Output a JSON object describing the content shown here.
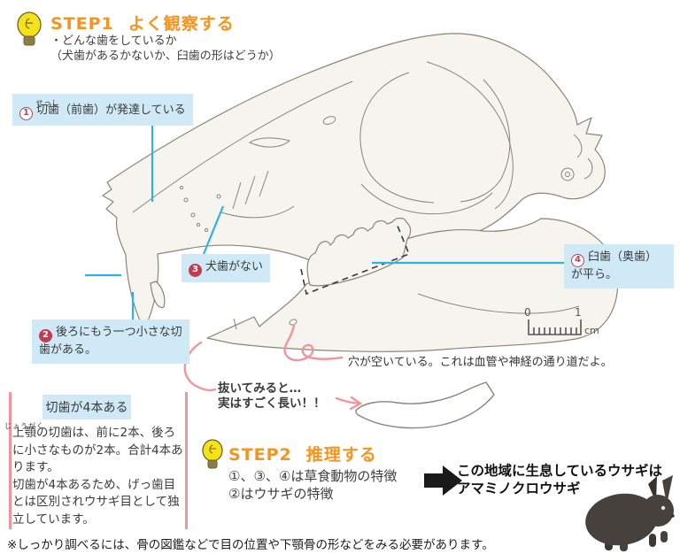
{
  "step1": {
    "label": "STEP1",
    "title": "よく観察する",
    "line1": "・どんな歯をしているか",
    "line2": "（犬歯があるかないか、臼歯の形はどうか）"
  },
  "callout1": {
    "number": "1",
    "ruby_base": "切歯",
    "ruby_text": "せっし",
    "rest": "（前歯）が発達している"
  },
  "callout2": {
    "number": "2",
    "text": "後ろにもう一つ小さな切歯がある。"
  },
  "callout3": {
    "number": "3",
    "text": "犬歯がない"
  },
  "callout4": {
    "number": "4",
    "text": "臼歯（奥歯）が平ら。"
  },
  "scale_bar": {
    "zero": "0",
    "one": "1",
    "unit": "cm"
  },
  "hole_note": "穴が空いている。これは血管や神経の通り道だよ。",
  "tooth_note": {
    "line1": "抜いてみると…",
    "line2": "実はすごく長い！！"
  },
  "incisor_box": {
    "title": "切歯が4本ある",
    "ruby_base": "上顎",
    "ruby_text": "じょうがく",
    "para1_rest": "の切歯は、前に2本、後ろに小さなものが2本。合計4本あります。",
    "para2": "切歯が4本あるため、げっ歯目とは区別されウサギ目として独立しています。"
  },
  "step2": {
    "label": "STEP2",
    "title": "推理する",
    "line1": "①、③、④は草食動物の特徴",
    "line2": "②はウサギの特徴"
  },
  "conclusion": {
    "line1": "この地域に生息しているウサギは",
    "line2": "アマミノクロウサギ"
  },
  "footnote": "※しっかり調べるには、骨の図鑑などで目の位置や下顎骨の形などをみる必要があります。",
  "icons": {
    "lightbulb": "lightbulb-icon",
    "black_arrow": "arrow-right-icon",
    "pink_arrow": "pink-arrow-icon"
  },
  "colors": {
    "accent_orange": "#f7941d",
    "number_red": "#c43b4e",
    "callout_blue_bg": "#cfe9f7",
    "connector_cyan": "#2fb1e5",
    "connector_pink": "#f2949b",
    "skull_fill": "#f6f4ee",
    "skull_line": "#8a8578"
  }
}
